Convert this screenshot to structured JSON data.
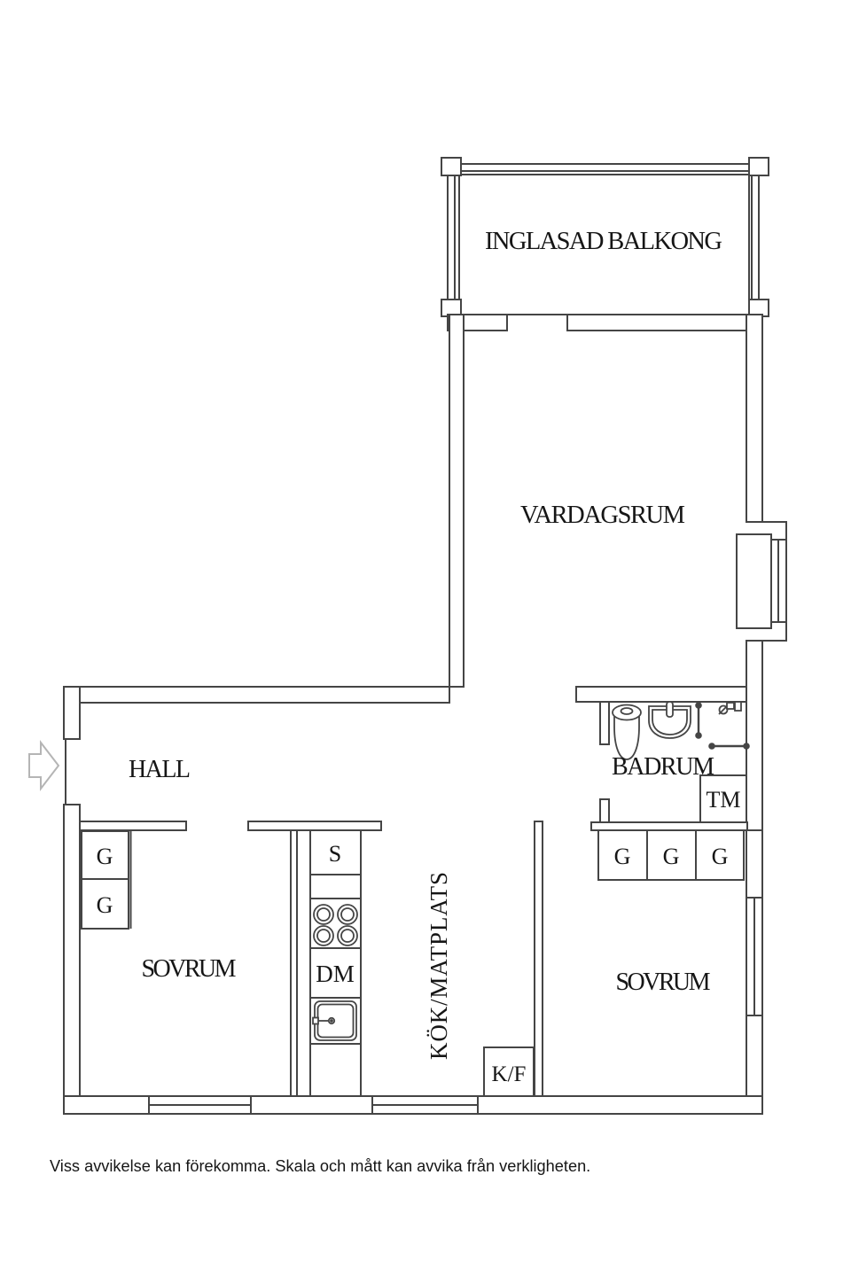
{
  "rooms": {
    "balcony": "INGLASAD BALKONG",
    "living_room": "VARDAGSRUM",
    "hall": "HALL",
    "bathroom": "BADRUM",
    "kitchen": "KÖK/MATPLATS",
    "bedroom_left": "SOVRUM",
    "bedroom_right": "SOVRUM"
  },
  "fixtures": {
    "dryer": "TM",
    "cabinet": "S",
    "dishwasher": "DM",
    "fridge_freezer": "K/F",
    "wardrobes_left": [
      "G",
      "G"
    ],
    "wardrobes_right": [
      "G",
      "G",
      "G"
    ]
  },
  "footer": {
    "disclaimer": "Viss avvikelse kan förekomma. Skala och mått kan avvika från verkligheten."
  },
  "colors": {
    "wall_line": "#454545",
    "text": "#161616",
    "entry_arrow": "#b5b5b5",
    "background": "#ffffff"
  }
}
